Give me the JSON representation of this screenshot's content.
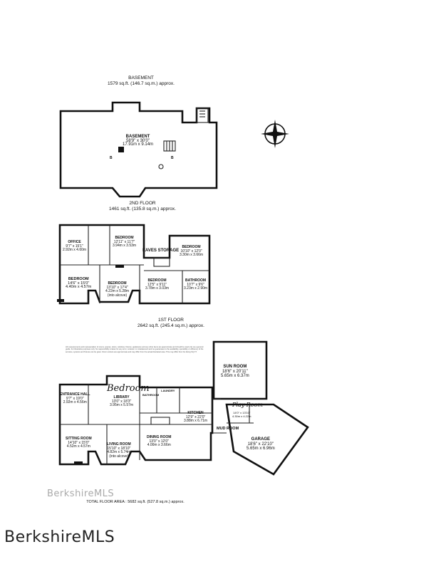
{
  "basement": {
    "title": "BASEMENT",
    "area": "1579 sq.ft. (146.7 sq.m.) approx.",
    "rooms": [
      {
        "name": "BASEMENT",
        "dims": "58'9\" x 30'0\"",
        "metric": "17.91m x 9.14m"
      }
    ],
    "marks": [
      "B",
      "B"
    ]
  },
  "second_floor": {
    "title": "2ND FLOOR",
    "area": "1461 sq.ft. (135.8 sq.m.) approx.",
    "rooms": [
      {
        "name": "OFFICE",
        "dims": "9'7\" x 15'1\"",
        "metric": "2.92m x 4.60m"
      },
      {
        "name": "BEDROOM",
        "dims": "12'11\" x 11'7\"",
        "metric": "3.94m x 3.53m"
      },
      {
        "name": "EAVES STORAGE",
        "dims": "",
        "metric": ""
      },
      {
        "name": "BEDROOM",
        "dims": "10'10\" x 12'0\"",
        "metric": "3.30m x 3.66m"
      },
      {
        "name": "BEDROOM",
        "dims": "14'6\" x 15'0\"",
        "metric": "4.40m x 4.57m"
      },
      {
        "name": "BEDROOM",
        "dims": "13'10\" x 17'4\"",
        "metric": "4.22m x 5.28m",
        "note": "(into alcove)"
      },
      {
        "name": "BEDROOM",
        "dims": "12'5\" x 9'11\"",
        "metric": "3.78m x 3.03m"
      },
      {
        "name": "BATHROOM",
        "dims": "10'7\" x 9'6\"",
        "metric": "3.23m x 2.90m"
      }
    ]
  },
  "first_floor": {
    "title": "1ST FLOOR",
    "area": "2642 sq.ft. (245.4 sq.m.) approx.",
    "disclaimer": "All measurements and representation of rooms, spaces, doors, windows, fixtures, appliances and any other items are approximate and should be used only as a general guide. For illustrative purposes only. No responsibility is taken for any error, omission or misstatement and no guarantees to the availability, operability or efficiency of the services, systems and fixtures can be given. Room colours are approximate and may differ from the actual illustrated area. This may differ from the listing SQ FT.",
    "rooms": [
      {
        "name": "SUN ROOM",
        "dims": "18'6\" x 20'11\"",
        "metric": "5.65m x 6.37m"
      },
      {
        "name": "ENTRANCE HALL",
        "dims": "9'7\" x 19'0\"",
        "metric": "2.92m x 4.56m"
      },
      {
        "name": "LIBRARY",
        "dims": "13'0\" x 18'3\"",
        "metric": "3.95m x 5.57m"
      },
      {
        "name": "BATHROOM",
        "dims": "",
        "metric": ""
      },
      {
        "name": "LAUNDRY",
        "dims": "",
        "metric": ""
      },
      {
        "name": "KITCHEN",
        "dims": "12'9\" x 22'0\"",
        "metric": "3.88m x 6.71m"
      },
      {
        "name": "SITTING ROOM",
        "dims": "14'10\" x 15'0\"",
        "metric": "4.52m x 4.57m"
      },
      {
        "name": "LIVING ROOM",
        "dims": "15'10\" x 18'10\"",
        "metric": "4.82m x 5.74m",
        "note": "(into alcove)"
      },
      {
        "name": "DINING ROOM",
        "dims": "13'0\" x 12'0\"",
        "metric": "4.00m x 3.66m"
      },
      {
        "name": "MUD ROOM",
        "dims": "",
        "metric": ""
      },
      {
        "name": "GARAGE",
        "dims": "18'6\" x 22'10\"",
        "metric": "5.65m x 6.96m"
      },
      {
        "name": "",
        "dims": "14'0\" x 13'10\"",
        "metric": "4.30m x 4.22m"
      }
    ],
    "handwritten": [
      "Bedroom",
      "Play Room"
    ]
  },
  "total": "TOTAL FLOOR AREA : 5682 sq.ft. (527.8 sq.m.) approx.",
  "watermark": "BerkshireMLS",
  "footer_logo": "BerkshireMLS",
  "compass": "N"
}
